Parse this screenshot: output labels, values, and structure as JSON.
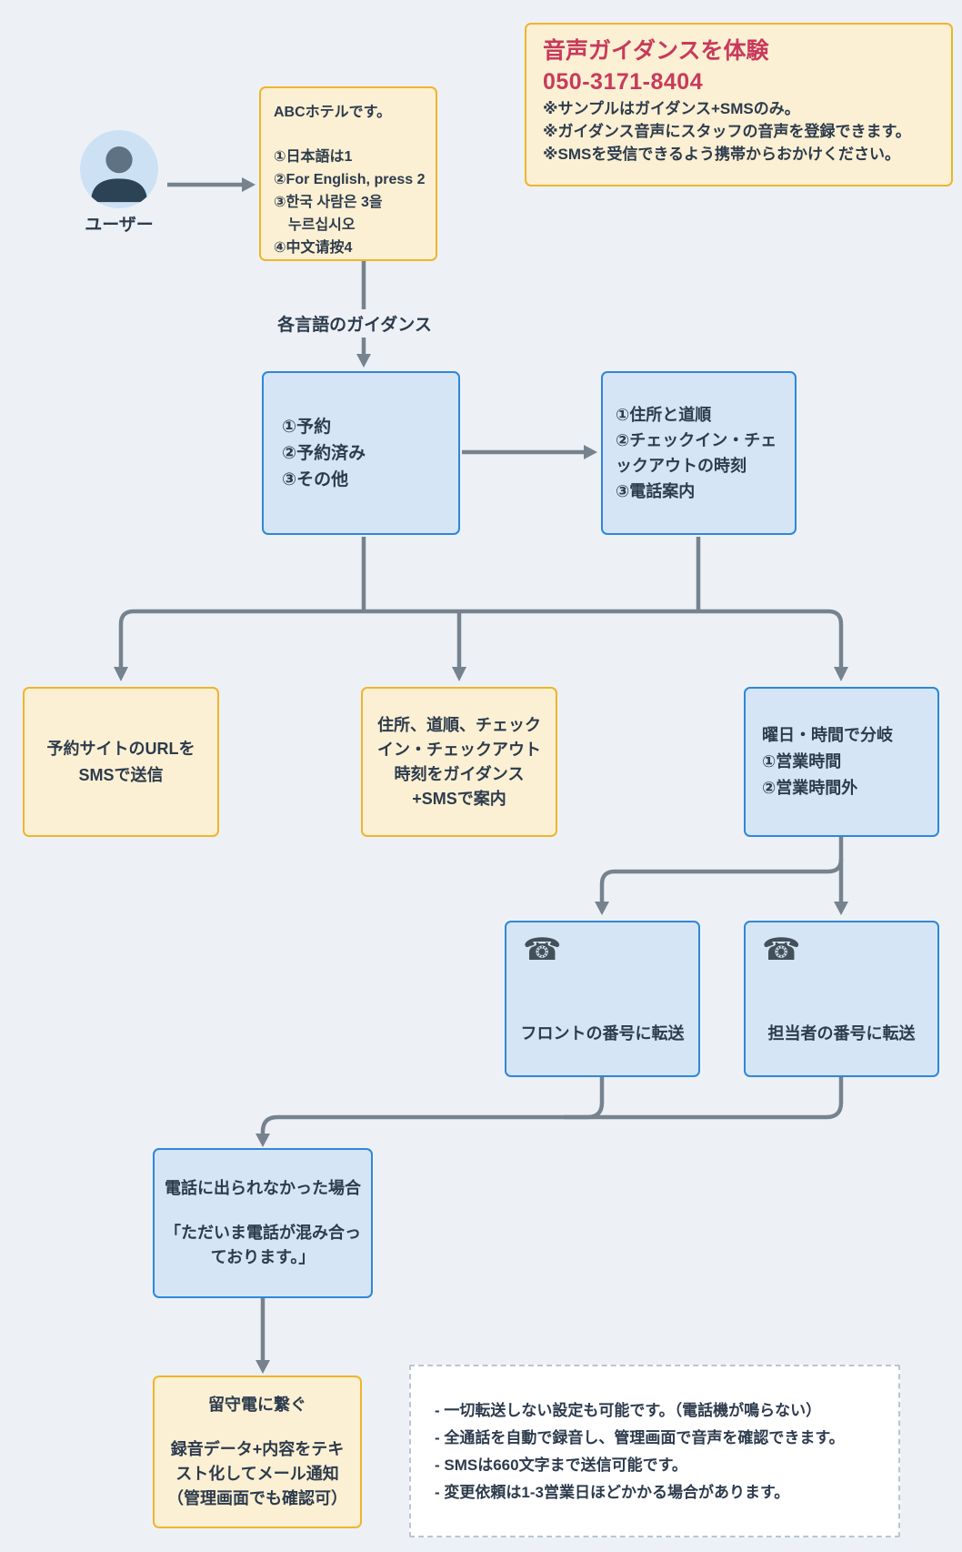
{
  "diagram": {
    "user": {
      "label": "ユーザー"
    },
    "trial_box": {
      "title": "音声ガイダンスを体験",
      "phone": "050-3171-8404",
      "notes": [
        "※サンプルはガイダンス+SMSのみ。",
        "※ガイダンス音声にスタッフの音声を登録できます。",
        "※SMSを受信できるよう携帯からおかけください。"
      ]
    },
    "greeting": {
      "title": "ABCホテルです。",
      "menu": [
        "①日本語は1",
        "②For English, press 2",
        "③한국 사람은 3을",
        "　누르십시오",
        "④中文请按4"
      ]
    },
    "edge_label_language_guidance": "各言語のガイダンス",
    "main_menu": {
      "lines": [
        "①予約",
        "②予約済み",
        "③その他"
      ]
    },
    "info_menu": {
      "lines": [
        "①住所と道順",
        "②チェックイン・チェ",
        "ックアウトの時刻",
        "③電話案内"
      ]
    },
    "send_url": {
      "lines": [
        "予約サイトのURLを",
        "SMSで送信"
      ]
    },
    "guide_sms": {
      "lines": [
        "住所、道順、チェック",
        "イン・チェックアウト",
        "時刻をガイダンス",
        "+SMSで案内"
      ]
    },
    "time_branch": {
      "lines": [
        "曜日・時間で分岐",
        "①営業時間",
        "②営業時間外"
      ]
    },
    "forward_front": {
      "label": "フロントの番号に転送"
    },
    "forward_staff": {
      "label": "担当者の番号に転送"
    },
    "no_answer": {
      "title": "電話に出られなかった場合",
      "message": [
        "「ただいま電話が混み合っ",
        "ております。」"
      ]
    },
    "voicemail": {
      "title": "留守電に繋ぐ",
      "detail": [
        "録音データ+内容をテキ",
        "スト化してメール通知",
        "（管理画面でも確認可）"
      ]
    },
    "footnotes": [
      "- 一切転送しない設定も可能です。（電話機が鳴らない）",
      "- 全通話を自動で録音し、管理画面で音声を確認できます。",
      "- SMSは660文字まで送信可能です。",
      "- 変更依頼は1-3営業日ほどかかる場合があります。"
    ]
  },
  "icons": {
    "phone": "☎"
  },
  "colors": {
    "page_bg": "#edf1f6",
    "text": "#2d3b4d",
    "accent_red": "#c83a5c",
    "yellow_box_bg": "#fbf0d3",
    "yellow_box_border": "#f0b42c",
    "blue_box_bg": "#d5e5f6",
    "blue_box_border": "#2f87d8",
    "connector": "#76838f",
    "avatar_bg": "#cde1f4"
  }
}
